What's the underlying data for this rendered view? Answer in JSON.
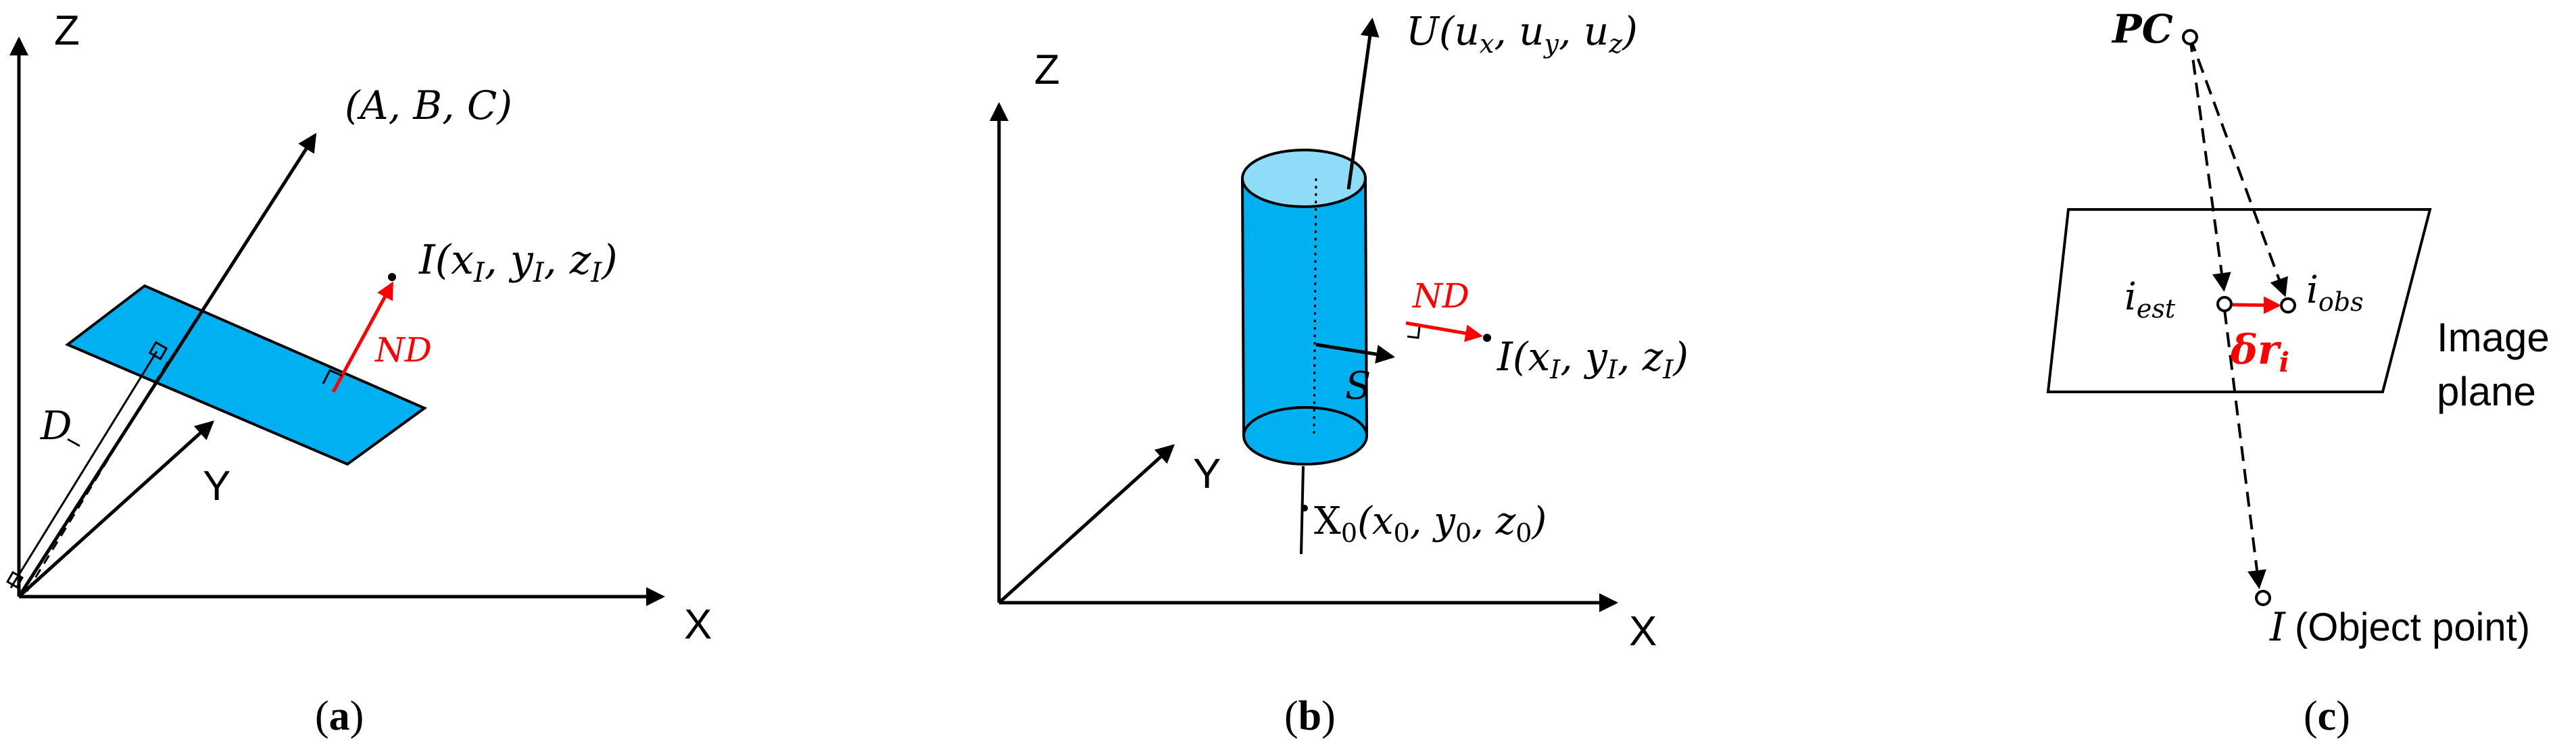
{
  "colors": {
    "accent_red": "#ff0000",
    "cyan_fill": "#00b0f0",
    "cyan_top": "#8fdcf8",
    "stroke": "#000000"
  },
  "panels": {
    "a": {
      "caption_open": "(",
      "caption_letter": "a",
      "caption_close": ")",
      "axis_z": "Z",
      "axis_y": "Y",
      "axis_x": "X",
      "normal_label": "(A, B, C)",
      "point_label": "I",
      "point_args": "(x",
      "point_sub_x": "I",
      "point_mid1": ", y",
      "point_sub_y": "I",
      "point_mid2": ", z",
      "point_sub_z": "I",
      "point_end": ")",
      "nd_label": "ND",
      "distance_label": "D"
    },
    "b": {
      "caption_open": "(",
      "caption_letter": "b",
      "caption_close": ")",
      "axis_z": "Z",
      "axis_y": "Y",
      "axis_x": "X",
      "axis_dir_name": "U",
      "axis_dir_open": "(u",
      "axis_dir_sub_x": "x",
      "axis_dir_mid1": ", u",
      "axis_dir_sub_y": "y",
      "axis_dir_mid2": ", u",
      "axis_dir_sub_z": "z",
      "axis_dir_end": ")",
      "nd_label": "ND",
      "radius_label": "S",
      "point_label": "I",
      "point_args": "(x",
      "point_sub_x": "I",
      "point_mid1": ", y",
      "point_sub_y": "I",
      "point_mid2": ", z",
      "point_sub_z": "I",
      "point_end": ")",
      "origin_name": "X",
      "origin_sub": "0",
      "origin_open": "(x",
      "origin_sub_x": "0",
      "origin_mid1": ", y",
      "origin_sub_y": "0",
      "origin_mid2": ", z",
      "origin_sub_z": "0",
      "origin_end": ")"
    },
    "c": {
      "caption_open": "(",
      "caption_letter": "c",
      "caption_close": ")",
      "pc_label": "PC",
      "est_base": "i",
      "est_sub": "est",
      "obs_base": "i",
      "obs_sub": "obs",
      "residual_base": "δr",
      "residual_sub": "i",
      "plane_label_line1": "Image",
      "plane_label_line2": "plane",
      "object_symbol": "I",
      "object_text": "(Object point)"
    }
  }
}
